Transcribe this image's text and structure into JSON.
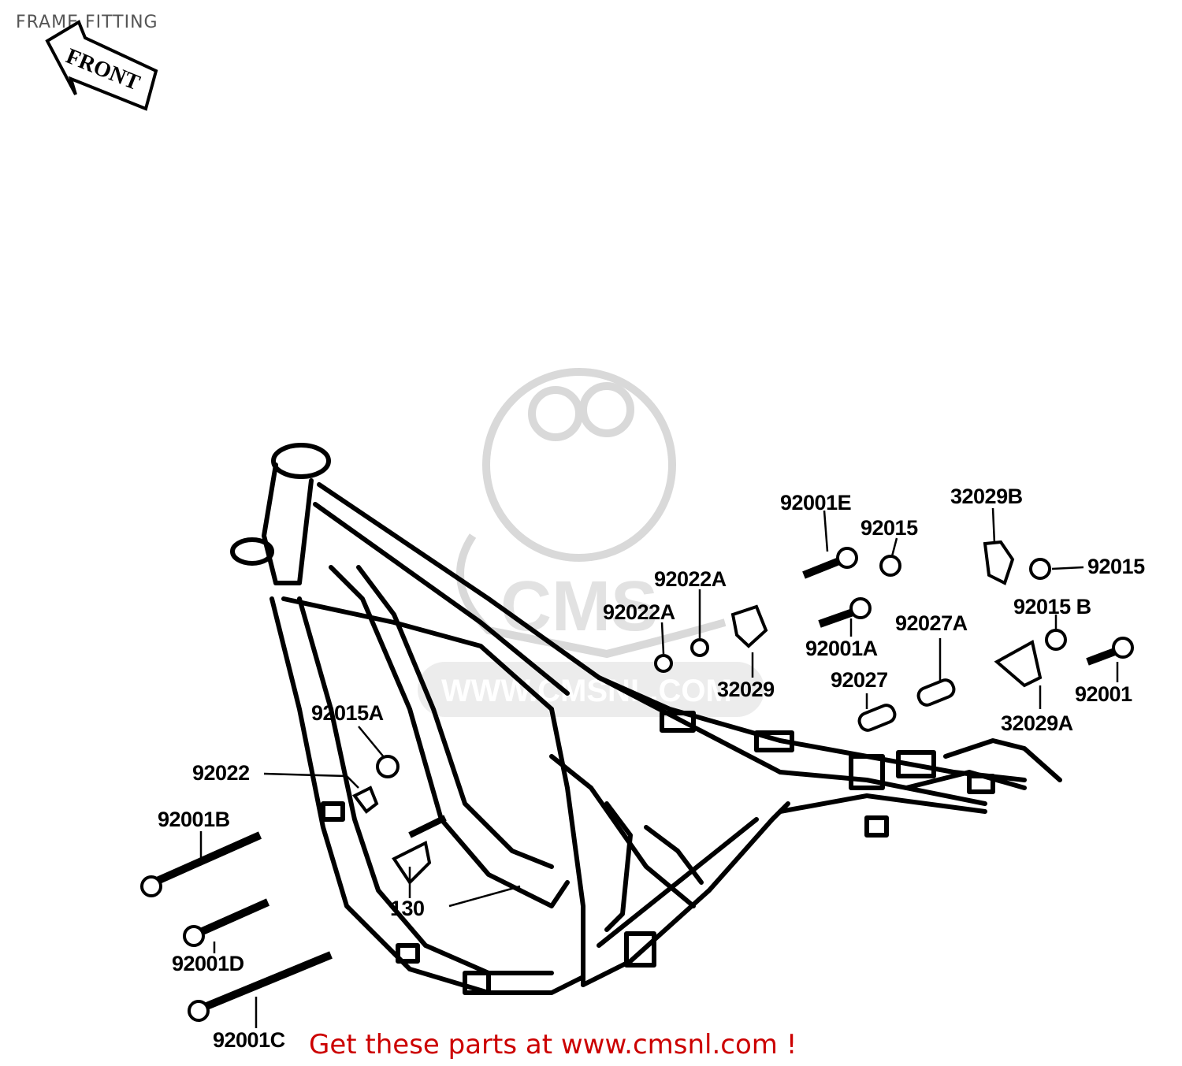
{
  "page": {
    "title": "FRAME FITTING"
  },
  "front_arrow": {
    "label": "FRONT"
  },
  "watermark": {
    "text": "CMS",
    "url": "WWW.CMSNL.COM"
  },
  "callouts": [
    {
      "id": "92001E",
      "label": "92001E"
    },
    {
      "id": "92015-top",
      "label": "92015"
    },
    {
      "id": "32029B",
      "label": "32029B"
    },
    {
      "id": "92015-right",
      "label": "92015"
    },
    {
      "id": "92022A-upper",
      "label": "92022A"
    },
    {
      "id": "92022A-lower",
      "label": "92022A"
    },
    {
      "id": "92015B",
      "label": "92015 B"
    },
    {
      "id": "92027A",
      "label": "92027A"
    },
    {
      "id": "92001A",
      "label": "92001A"
    },
    {
      "id": "32029",
      "label": "32029"
    },
    {
      "id": "92027",
      "label": "92027"
    },
    {
      "id": "92001",
      "label": "92001"
    },
    {
      "id": "32029A",
      "label": "32029A"
    },
    {
      "id": "92015A",
      "label": "92015A"
    },
    {
      "id": "92022",
      "label": "92022"
    },
    {
      "id": "92001B",
      "label": "92001B"
    },
    {
      "id": "130",
      "label": "130"
    },
    {
      "id": "92001D",
      "label": "92001D"
    },
    {
      "id": "92001C",
      "label": "92001C"
    }
  ],
  "footer": {
    "link_text": "Get these parts at www.cmsnl.com !"
  },
  "colors": {
    "line": "#000000",
    "watermark": "#d9d9d9",
    "footer_link": "#cc0000",
    "title": "#555555"
  }
}
